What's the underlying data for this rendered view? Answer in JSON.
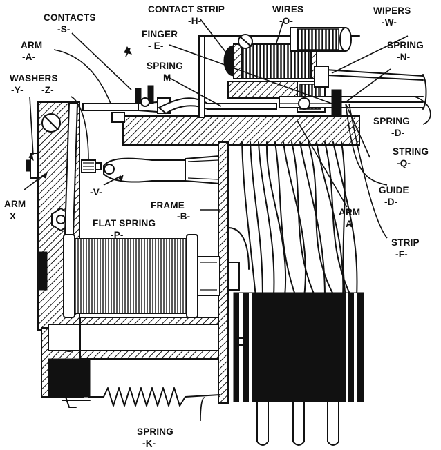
{
  "figure": {
    "labels": {
      "contacts": {
        "name": "CONTACTS",
        "code": "-S-"
      },
      "contact_strip": {
        "name": "CONTACT STRIP",
        "code": "-H-"
      },
      "wires": {
        "name": "WIRES",
        "code": "-O-"
      },
      "wipers": {
        "name": "WIPERS",
        "code": "-W-"
      },
      "arm_a_top": {
        "name": "ARM",
        "code": "-A-"
      },
      "finger": {
        "name": "FINGER",
        "code": "- E-"
      },
      "spring_n": {
        "name": "SPRING",
        "code": "-N-"
      },
      "spring_m": {
        "name": "SPRING",
        "code": "M"
      },
      "washers": {
        "name": "WASHERS",
        "code_y": "-Y-",
        "code_z": "-Z-"
      },
      "spring_d": {
        "name": "SPRING",
        "code": "-D-"
      },
      "string_q": {
        "name": "STRING",
        "code": "-Q-"
      },
      "arm_x": {
        "name": "ARM",
        "code": "X"
      },
      "v": {
        "code": "-V-"
      },
      "frame": {
        "name": "FRAME",
        "code": "-B-"
      },
      "guide_d": {
        "name": "GUIDE",
        "code": "-D-"
      },
      "flat_spring": {
        "name": "FLAT SPRING",
        "code": "-P-"
      },
      "arm_a_right": {
        "name": "ARM",
        "code": "A"
      },
      "strip_f": {
        "name": "STRIP",
        "code": "-F-"
      },
      "spring_k": {
        "name": "SPRING",
        "code": "-K-"
      }
    }
  }
}
